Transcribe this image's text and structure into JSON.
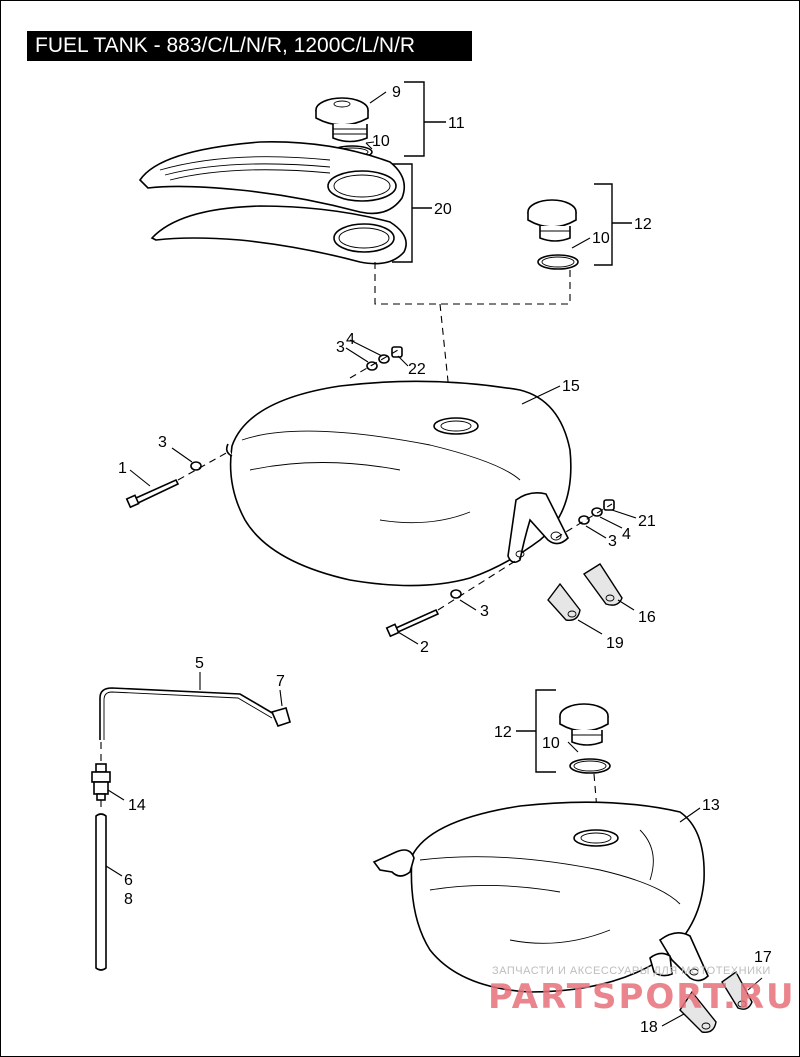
{
  "diagram": {
    "title": "FUEL TANK - 883/C/L/N/R, 1200C/L/N/R",
    "callouts": {
      "c9": "9",
      "c11": "11",
      "c10a": "10",
      "c20": "20",
      "c12a": "12",
      "c10b": "10",
      "c3a": "3",
      "c4a": "4",
      "c22": "22",
      "c15": "15",
      "c3b": "3",
      "c1": "1",
      "c21": "21",
      "c4b": "4",
      "c3c": "3",
      "c16": "16",
      "c3d": "3",
      "c2": "2",
      "c19": "19",
      "c5": "5",
      "c7": "7",
      "c14": "14",
      "c6": "6",
      "c8": "8",
      "c12b": "12",
      "c10c": "10",
      "c13": "13",
      "c17": "17",
      "c18": "18"
    },
    "watermark": {
      "top": "ЗАПЧАСТИ И АКСЕССУАРЫ ДЛЯ МОТОТЕХНИКИ",
      "main": "PARTSPORT.RU"
    }
  }
}
